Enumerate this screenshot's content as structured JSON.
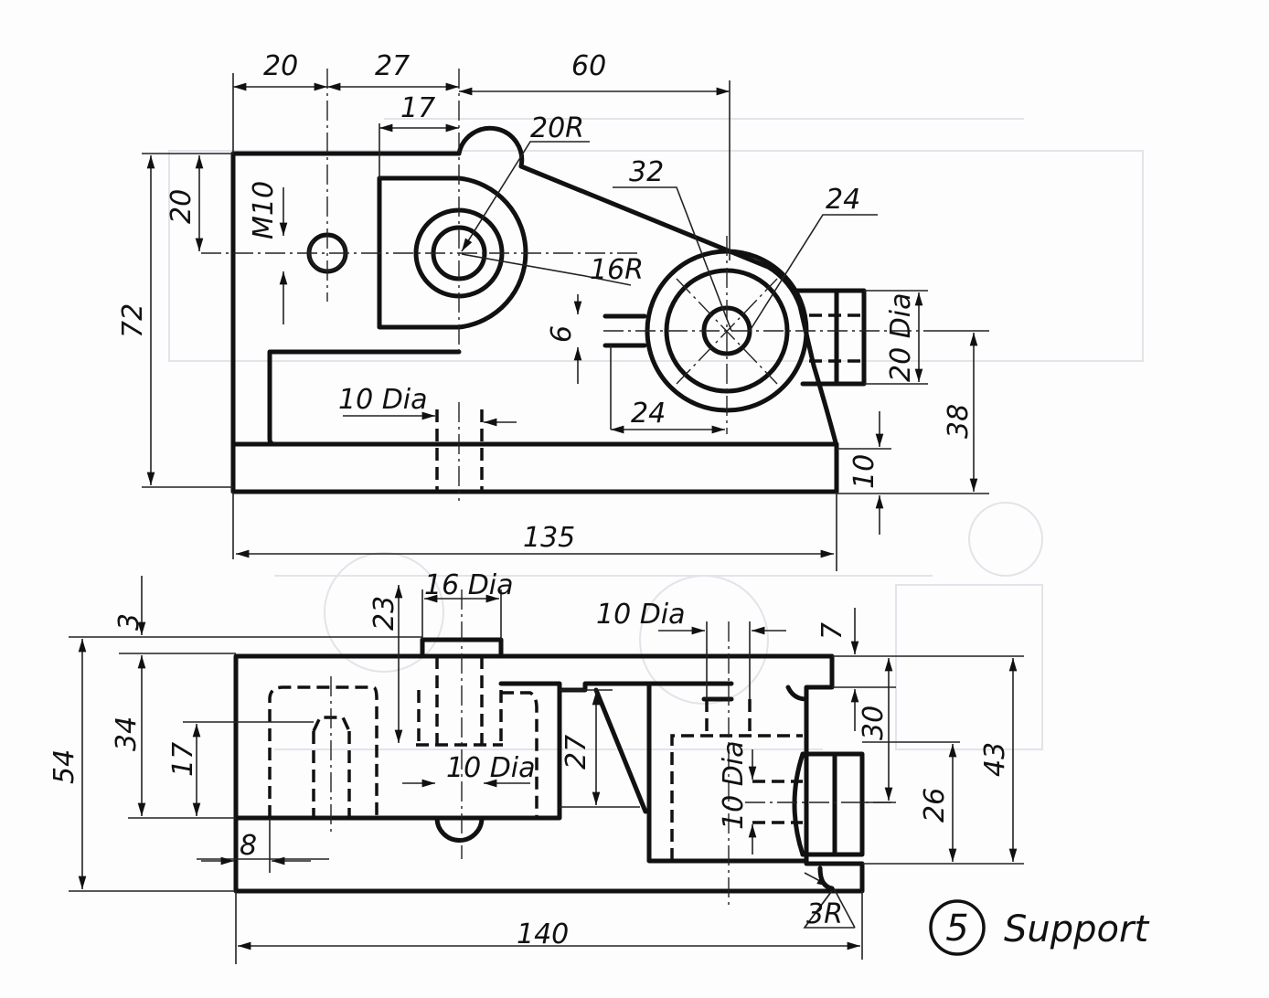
{
  "top_view": {
    "dims": {
      "w20": "20",
      "w27": "27",
      "w60": "60",
      "w17": "17",
      "r20": "20R",
      "d32": "32",
      "d24_top": "24",
      "h20": "20",
      "m10": "M10",
      "r16": "16R",
      "h72": "72",
      "h6": "6",
      "dia20": "20 Dia",
      "h38": "38",
      "dia10": "10 Dia",
      "w24": "24",
      "h10": "10",
      "w135": "135"
    }
  },
  "front_view": {
    "dims": {
      "dia16": "16 Dia",
      "h23": "23",
      "h3": "3",
      "dia10_top": "10 Dia",
      "h7": "7",
      "h54": "54",
      "h34": "34",
      "h17": "17",
      "dia10_mid": "10 Dia",
      "h27": "27",
      "dia10_vert": "10 Dia",
      "h30": "30",
      "h26": "26",
      "h43": "43",
      "w8": "8",
      "r3": "3R",
      "w140": "140"
    }
  },
  "label": {
    "number": "5",
    "name": "Support"
  }
}
